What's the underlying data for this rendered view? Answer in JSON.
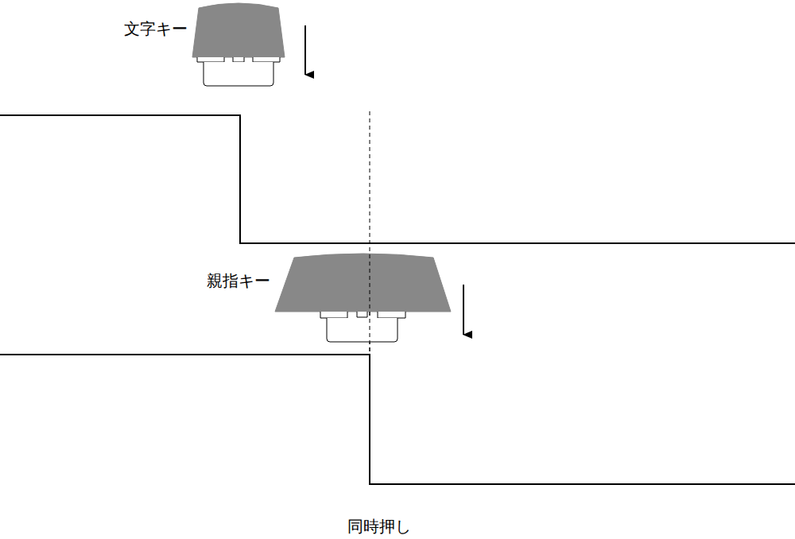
{
  "diagram": {
    "labels": [
      "文字キー",
      "親指キー",
      "同時押し"
    ]
  }
}
